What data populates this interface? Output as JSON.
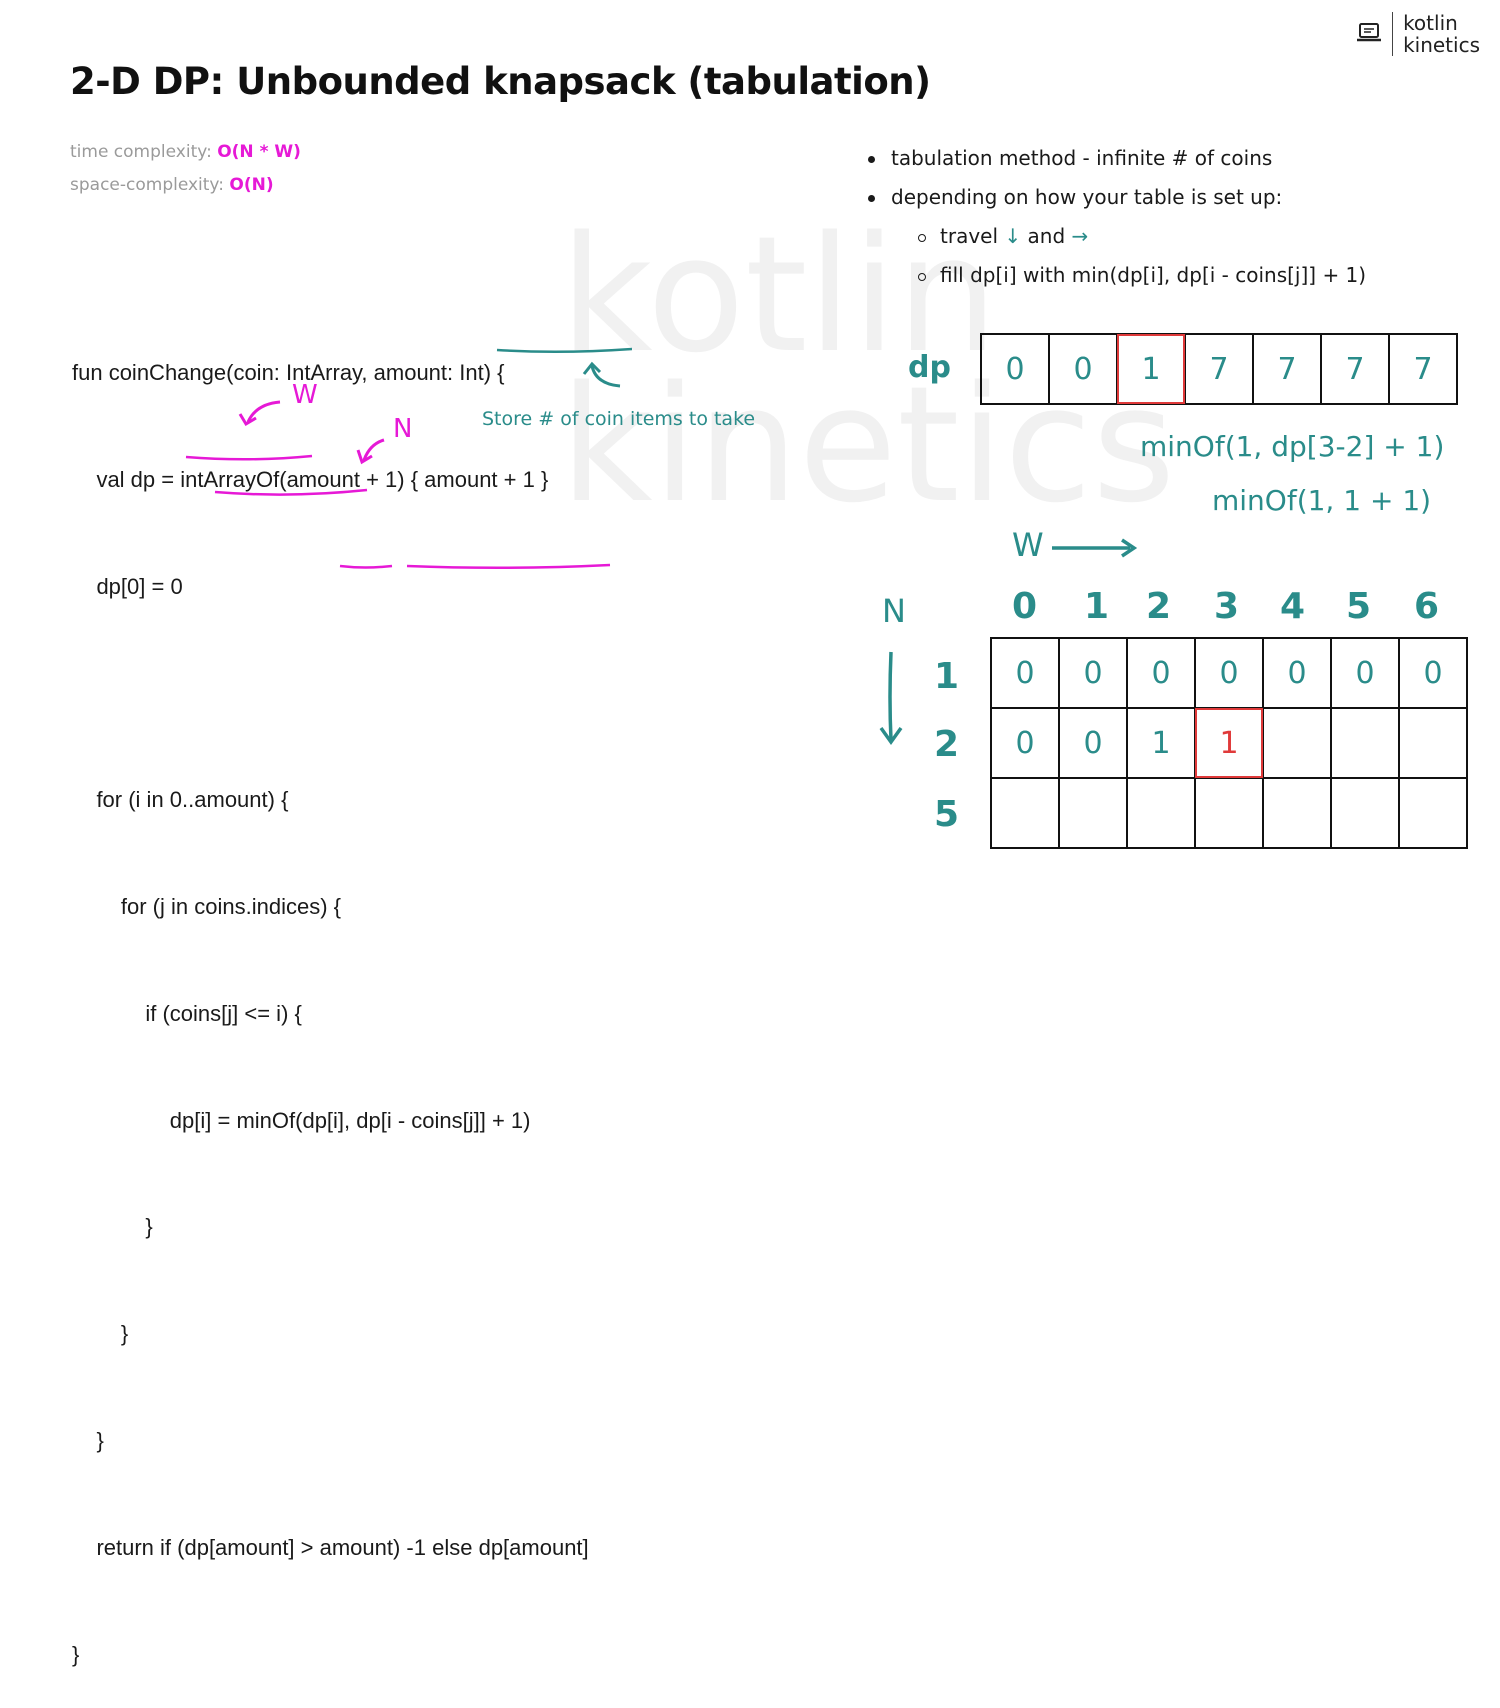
{
  "logo": {
    "line1": "kotlin",
    "line2": "kinetics"
  },
  "watermark": {
    "line1": "kotlin",
    "line2": "kinetics"
  },
  "title": "2-D DP: Unbounded knapsack (tabulation)",
  "complexity": {
    "time_label": "time complexity:",
    "time_value": "O(N * W)",
    "space_label": "space-complexity:",
    "space_value": "O(N)"
  },
  "code": [
    "fun coinChange(coin: IntArray, amount: Int) {",
    "    val dp = intArrayOf(amount + 1) { amount + 1 }",
    "    dp[0] = 0",
    "",
    "    for (i in 0..amount) {",
    "        for (j in coins.indices) {",
    "            if (coins[j] <= i) {",
    "                dp[i] = minOf(dp[i], dp[i - coins[j]] + 1)",
    "            }",
    "        }",
    "    }",
    "    return if (dp[amount] > amount) -1 else dp[amount]",
    "}"
  ],
  "annotations": {
    "w_label": "W",
    "n_label": "N",
    "store_note": "Store # of coin items to take"
  },
  "bullets": {
    "b1": "tabulation method - infinite # of coins",
    "b2": "depending on how your table is set up:",
    "s1_pre": "travel",
    "s1_down": "↓",
    "s1_mid": "and",
    "s1_right": "→",
    "s2": "fill dp[i] with min(dp[i], dp[i - coins[j]] + 1)"
  },
  "dp_array": {
    "label": "dp",
    "values": [
      "0",
      "0",
      "1",
      "7",
      "7",
      "7",
      "7"
    ],
    "highlight_index": 2
  },
  "min_notes": {
    "line1": "minOf(1, dp[3-2] + 1)",
    "line2": "minOf(1, 1 + 1)"
  },
  "table": {
    "w_label": "W",
    "n_label": "N",
    "col_headers": [
      "0",
      "1",
      "2",
      "3",
      "4",
      "5",
      "6"
    ],
    "row_headers": [
      "1",
      "2",
      "5"
    ],
    "rows": [
      [
        "0",
        "0",
        "0",
        "0",
        "0",
        "0",
        "0"
      ],
      [
        "0",
        "0",
        "1",
        "1",
        "",
        "",
        ""
      ],
      [
        "",
        "",
        "",
        "",
        "",
        "",
        ""
      ]
    ],
    "highlight_cell": [
      1,
      3
    ]
  },
  "colors": {
    "teal": "#2a8c8a",
    "magenta": "#e619d6",
    "red": "#e03a3a"
  }
}
